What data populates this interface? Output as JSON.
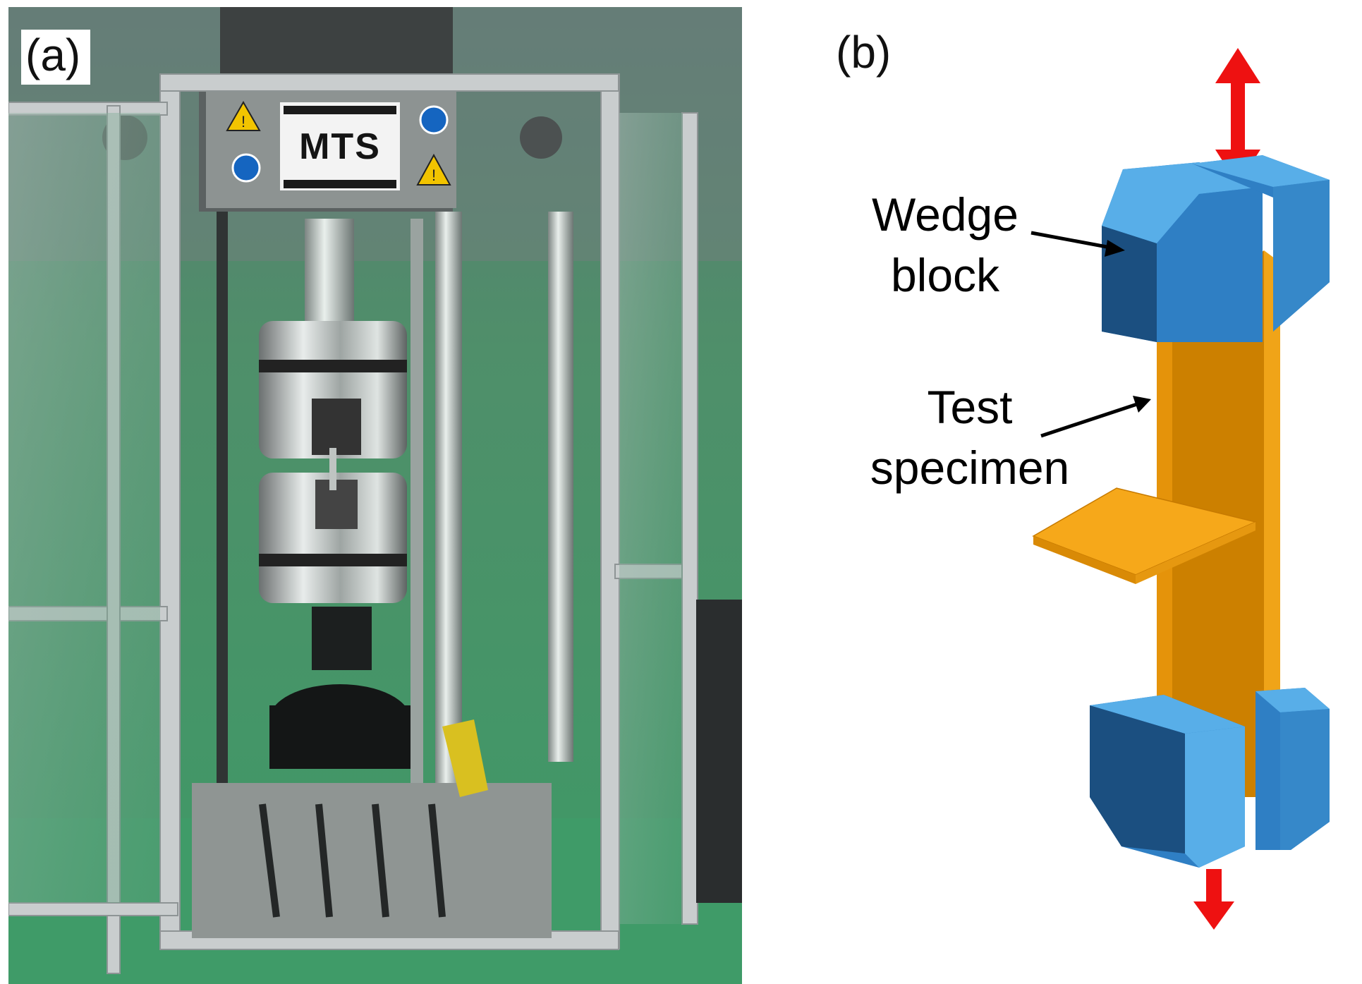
{
  "panels": {
    "a": {
      "label": "(a)"
    },
    "b": {
      "label": "(b)"
    }
  },
  "photo": {
    "machine_brand": "MTS"
  },
  "schematic": {
    "wedge_block_label": [
      "Wedge",
      "block"
    ],
    "test_specimen_label": [
      "Test",
      "specimen"
    ]
  },
  "colors": {
    "wedge_block_light": "#58aee8",
    "wedge_block_mid": "#2f7fc4",
    "wedge_block_dark": "#1b4f80",
    "specimen_front": "#cc8000",
    "specimen_edge": "#f0a418",
    "flange": "#f6a81a",
    "load_arrow": "#ee1111",
    "pointer_arrow": "#000000",
    "photo_frame": "#c9cdce",
    "photo_background": "#3c8a5a"
  },
  "icons": [
    "load-arrow-up-icon",
    "load-arrow-down-icon",
    "pointer-arrow-icon",
    "warning-sign-icon",
    "info-sign-icon"
  ]
}
